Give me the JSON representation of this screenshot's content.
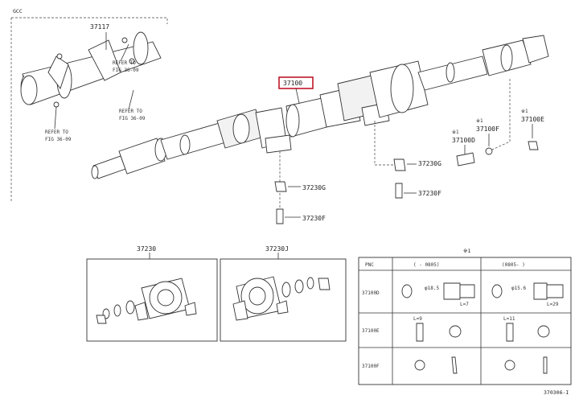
{
  "labels": {
    "top_left": "GCC",
    "p37117": "37117",
    "refer1_a": "REFER TO",
    "refer1_b": "FIG 36-09",
    "refer2_a": "REFER TO",
    "refer2_b": "FIG 36-09",
    "refer3_a": "REFER TO",
    "refer3_b": "FIG 36-09",
    "p37100_highlight": "37100",
    "p37100d_mark": "※1",
    "p37100d": "37100D",
    "p37100f_mark": "※1",
    "p37100f": "37100F",
    "p37100e_mark": "※1",
    "p37100e": "37100E",
    "p37230g_right": "37230G",
    "p37230f_right": "37230F",
    "p37230g_left": "37230G",
    "p37230f_left": "37230F",
    "box1_title": "37230",
    "box2_title": "37230J",
    "table_mark": "※1",
    "diagram_id": "370306-I"
  },
  "table": {
    "header": [
      "PNC",
      "(     - 0805)",
      "(0805-     )"
    ],
    "rows": [
      {
        "pnc": "37100D",
        "dim1": "φ18.5",
        "dim1b": "L=7",
        "dim2": "φ15.6",
        "dim2b": "L=29"
      },
      {
        "pnc": "37100E",
        "dim1": "L=9",
        "dim1b": "",
        "dim2": "L=11",
        "dim2b": ""
      },
      {
        "pnc": "37100F",
        "dim1": "",
        "dim1b": "",
        "dim2": "",
        "dim2b": ""
      }
    ]
  },
  "colors": {
    "highlight": "#c0182a",
    "line": "#333333"
  }
}
